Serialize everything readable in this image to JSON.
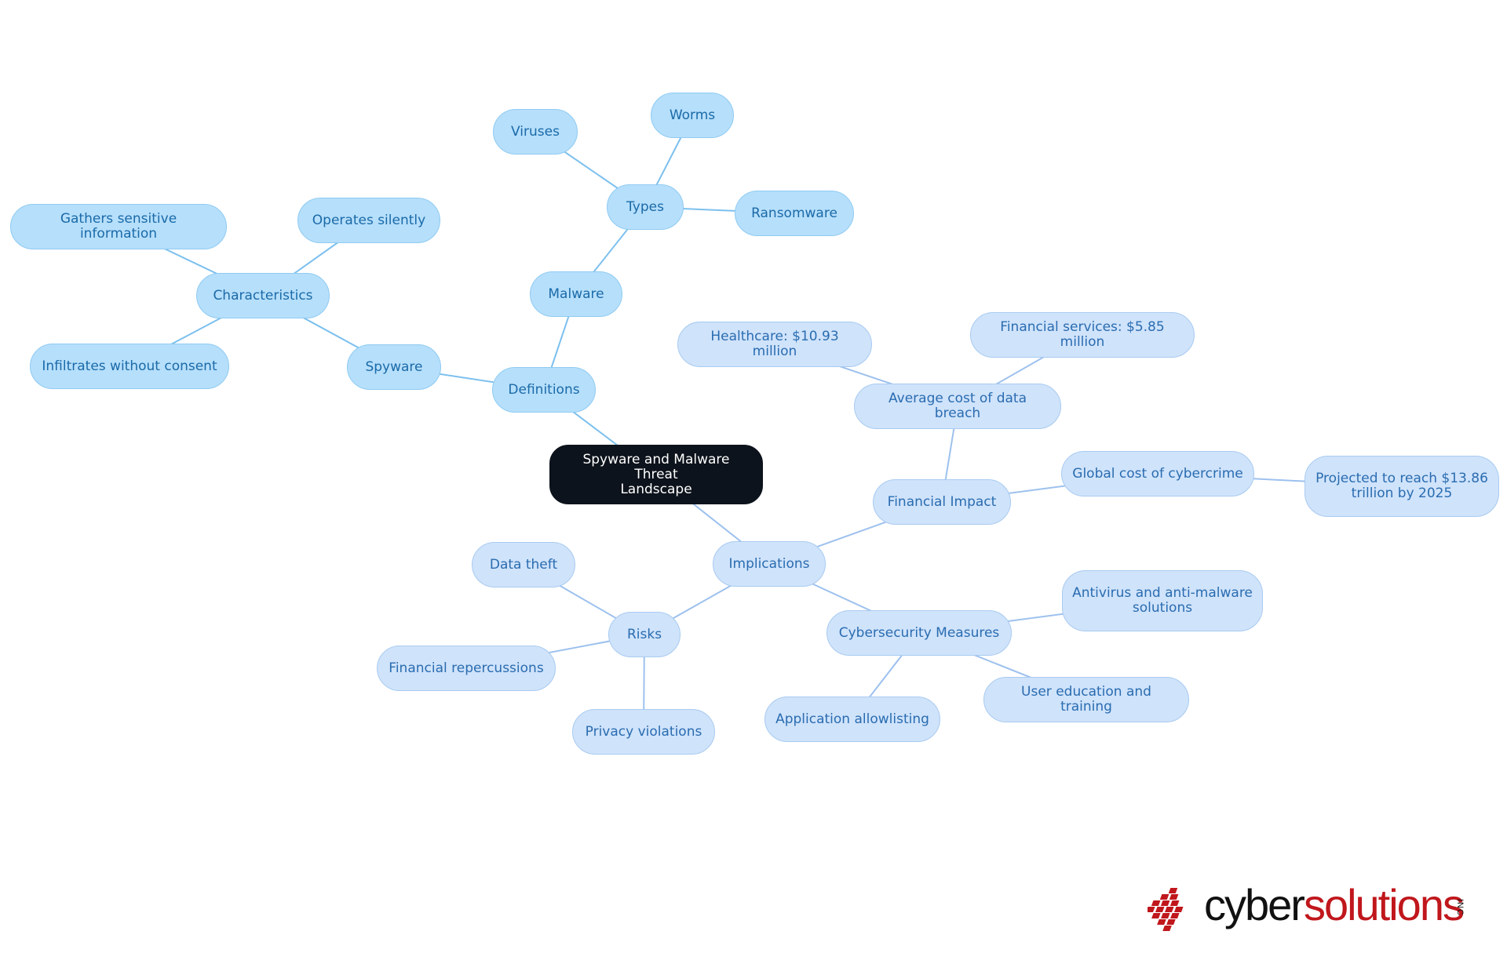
{
  "colors": {
    "blue_fill": "#b6dffb",
    "lavender_fill": "#cfe3fb",
    "root_fill": "#0d131c",
    "edge_blue": "#7cc0ee",
    "edge_lavender": "#9dc1ee",
    "logo_red": "#c0171c"
  },
  "diagram": {
    "root": {
      "id": "root",
      "lines": [
        "Spyware and Malware Threat",
        "Landscape"
      ]
    },
    "nodes": [
      {
        "id": "definitions",
        "label": "Definitions",
        "parent": "root",
        "style": "blue"
      },
      {
        "id": "spyware",
        "label": "Spyware",
        "parent": "definitions",
        "style": "blue"
      },
      {
        "id": "characteristics",
        "label": "Characteristics",
        "parent": "spyware",
        "style": "blue"
      },
      {
        "id": "gathers",
        "label": "Gathers sensitive information",
        "parent": "characteristics",
        "style": "blue"
      },
      {
        "id": "operates",
        "label": "Operates silently",
        "parent": "characteristics",
        "style": "blue"
      },
      {
        "id": "infiltrates",
        "label": "Infiltrates without consent",
        "parent": "characteristics",
        "style": "blue"
      },
      {
        "id": "malware",
        "label": "Malware",
        "parent": "definitions",
        "style": "blue"
      },
      {
        "id": "types",
        "label": "Types",
        "parent": "malware",
        "style": "blue"
      },
      {
        "id": "viruses",
        "label": "Viruses",
        "parent": "types",
        "style": "blue"
      },
      {
        "id": "worms",
        "label": "Worms",
        "parent": "types",
        "style": "blue"
      },
      {
        "id": "ransomware",
        "label": "Ransomware",
        "parent": "types",
        "style": "blue"
      },
      {
        "id": "implications",
        "label": "Implications",
        "parent": "root",
        "style": "lavender"
      },
      {
        "id": "financial_impact",
        "label": "Financial Impact",
        "parent": "implications",
        "style": "lavender"
      },
      {
        "id": "avg_cost",
        "label": "Average cost of data breach",
        "parent": "financial_impact",
        "style": "lavender"
      },
      {
        "id": "healthcare",
        "label": "Healthcare: $10.93 million",
        "parent": "avg_cost",
        "style": "lavender"
      },
      {
        "id": "fin_services",
        "label": "Financial services: $5.85 million",
        "parent": "avg_cost",
        "style": "lavender"
      },
      {
        "id": "global_cost",
        "label": "Global cost of cybercrime",
        "parent": "financial_impact",
        "style": "lavender"
      },
      {
        "id": "projected",
        "lines": [
          "Projected to reach $13.86",
          "trillion by 2025"
        ],
        "parent": "global_cost",
        "style": "lavender"
      },
      {
        "id": "risks",
        "label": "Risks",
        "parent": "implications",
        "style": "lavender"
      },
      {
        "id": "data_theft",
        "label": "Data theft",
        "parent": "risks",
        "style": "lavender"
      },
      {
        "id": "fin_reperc",
        "label": "Financial repercussions",
        "parent": "risks",
        "style": "lavender"
      },
      {
        "id": "privacy",
        "label": "Privacy violations",
        "parent": "risks",
        "style": "lavender"
      },
      {
        "id": "cyber_measures",
        "label": "Cybersecurity Measures",
        "parent": "implications",
        "style": "lavender"
      },
      {
        "id": "antivirus",
        "lines": [
          "Antivirus and anti-malware",
          "solutions"
        ],
        "parent": "cyber_measures",
        "style": "lavender"
      },
      {
        "id": "user_edu",
        "label": "User education and training",
        "parent": "cyber_measures",
        "style": "lavender"
      },
      {
        "id": "app_allow",
        "label": "Application allowlisting",
        "parent": "cyber_measures",
        "style": "lavender"
      }
    ]
  },
  "logo": {
    "cyber": "cyber",
    "solutions": "solutions",
    "inc": "INC"
  }
}
